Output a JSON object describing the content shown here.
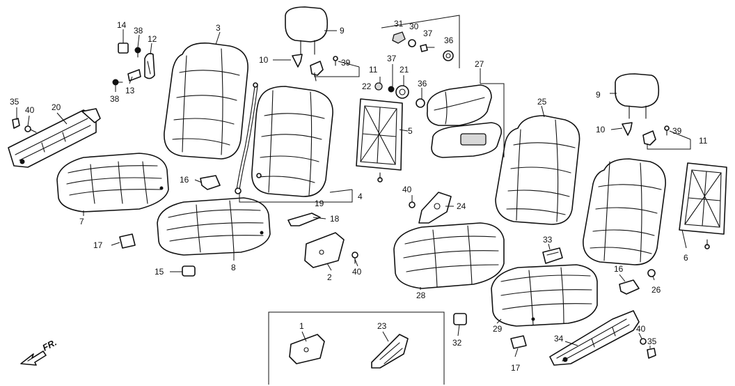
{
  "callouts": {
    "n1": "1",
    "n2": "2",
    "n3": "3",
    "n4": "4",
    "n5": "5",
    "n6": "6",
    "n7": "7",
    "n8": "8",
    "n9": "9",
    "n10": "10",
    "n11": "11",
    "n12": "12",
    "n13": "13",
    "n14": "14",
    "n15": "15",
    "n16": "16",
    "n17": "17",
    "n18": "18",
    "n19": "19",
    "n20": "20",
    "n21": "21",
    "n22": "22",
    "n23": "23",
    "n24": "24",
    "n25": "25",
    "n26": "26",
    "n27": "27",
    "n28": "28",
    "n29": "29",
    "n30": "30",
    "n31": "31",
    "n32": "32",
    "n33": "33",
    "n34": "34",
    "n35": "35",
    "n36": "36",
    "n37": "37",
    "n38": "38",
    "n39": "39",
    "n40": "40"
  },
  "direction_label": "FR."
}
